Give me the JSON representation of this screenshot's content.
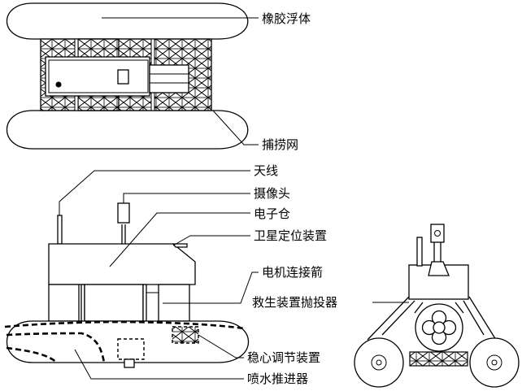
{
  "labels": {
    "rubber_float": "橡胶浮体",
    "catch_net": "捕捞网",
    "antenna": "天线",
    "camera": "摄像头",
    "electronics_bay": "电子仓",
    "gps_device": "卫星定位装置",
    "motor_connector": "电机连接箭",
    "lifesaving_launcher": "救生装置抛投器",
    "stabilizer": "稳心调节装置",
    "water_jet": "喷水推进器"
  }
}
